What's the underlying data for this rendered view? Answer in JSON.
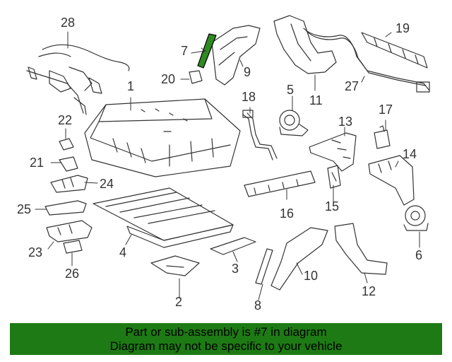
{
  "diagram": {
    "callouts": {
      "c1": "1",
      "c2": "2",
      "c3": "3",
      "c4": "4",
      "c5": "5",
      "c6": "6",
      "c7": "7",
      "c8": "8",
      "c9": "9",
      "c10": "10",
      "c11": "11",
      "c12": "12",
      "c13": "13",
      "c14": "14",
      "c15": "15",
      "c16": "16",
      "c17": "17",
      "c18": "18",
      "c19": "19",
      "c20": "20",
      "c21": "21",
      "c22": "22",
      "c23": "23",
      "c24": "24",
      "c25": "25",
      "c26": "26",
      "c27": "27",
      "c28": "28"
    },
    "highlight_color": "#2f8a22",
    "line_color": "#333333"
  },
  "banner": {
    "line1": "Part or sub-assembly is #7 in diagram",
    "line2": "Diagram may not be specific to your vehicle",
    "background": "#1e7a14"
  }
}
